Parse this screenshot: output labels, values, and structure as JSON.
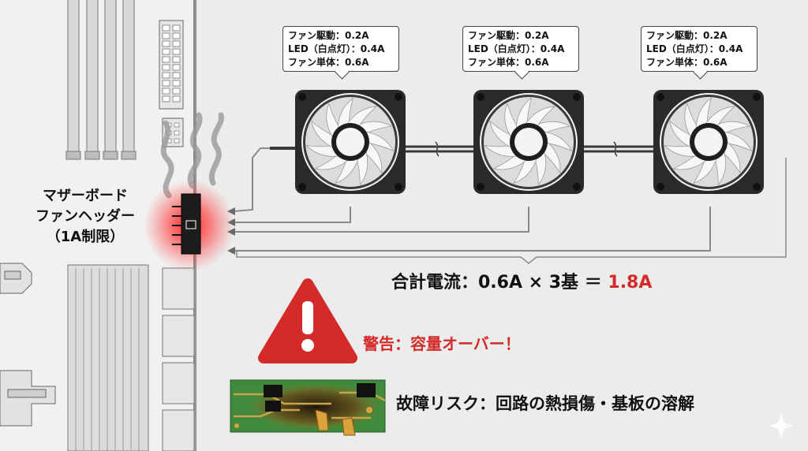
{
  "motherboard_label": {
    "line1": "マザーボード",
    "line2": "ファンヘッダー",
    "line3": "（1A制限）"
  },
  "fans": [
    {
      "drive": "ファン駆動：0.2A",
      "led": "LED（白点灯）：0.4A",
      "unit": "ファン単体：0.6A"
    },
    {
      "drive": "ファン駆動：0.2A",
      "led": "LED（白点灯）：0.4A",
      "unit": "ファン単体：0.6A"
    },
    {
      "drive": "ファン駆動：0.2A",
      "led": "LED（白点灯）：0.4A",
      "unit": "ファン単体：0.6A"
    }
  ],
  "total": {
    "prefix": "合計電流：0.6A × 3基 ＝ ",
    "value": "1.8A"
  },
  "warning": "警告：容量オーバー！",
  "risk": "故障リスク：回路の熱損傷・基板の溶解",
  "colors": {
    "alert": "#d42a2a",
    "fan_frame": "#2a2a2a",
    "blade": "#e6e6e6",
    "pcb": "#3f8a3c",
    "glow": "#ff2020"
  },
  "icons": {
    "warning": "warning-triangle-icon",
    "heat": "smoke-icon",
    "pcb": "burnt-pcb-icon"
  }
}
